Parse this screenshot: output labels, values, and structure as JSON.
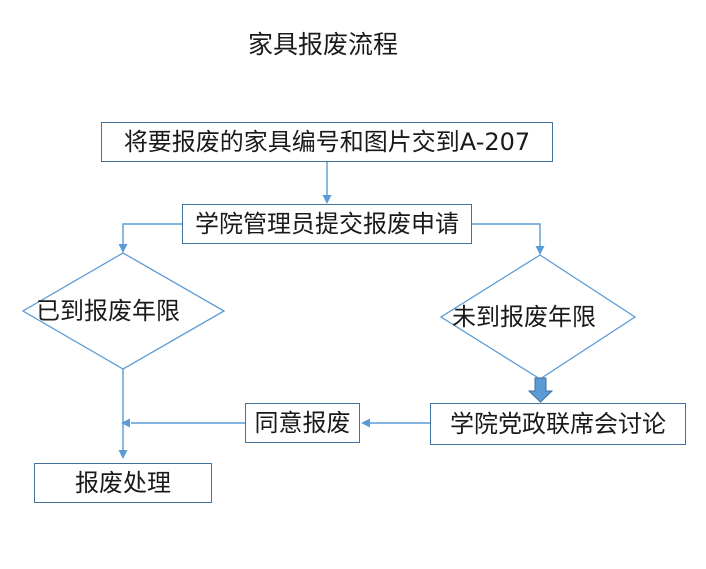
{
  "title": "家具报废流程",
  "colors": {
    "box_border": "#41719C",
    "connector": "#5B9BD5",
    "thick_arrow_fill": "#5B9BD5",
    "text": "#1a1a1a",
    "background": "#ffffff"
  },
  "nodes": {
    "submit_info": {
      "label": "将要报废的家具编号和图片交到A-207",
      "type": "process"
    },
    "admin_apply": {
      "label": "学院管理员提交报废申请",
      "type": "process"
    },
    "reached_limit": {
      "label": "已到报废年限",
      "type": "decision"
    },
    "not_reached_limit": {
      "label": "未到报废年限",
      "type": "decision"
    },
    "joint_meeting": {
      "label": "学院党政联席会讨论",
      "type": "process"
    },
    "agree_scrap": {
      "label": "同意报废",
      "type": "process"
    },
    "scrap_handling": {
      "label": "报废处理",
      "type": "process"
    }
  },
  "edges": [
    {
      "from": "submit_info",
      "to": "admin_apply",
      "style": "arrow"
    },
    {
      "from": "admin_apply",
      "to": "reached_limit",
      "style": "arrow"
    },
    {
      "from": "admin_apply",
      "to": "not_reached_limit",
      "style": "arrow"
    },
    {
      "from": "not_reached_limit",
      "to": "joint_meeting",
      "style": "thick-arrow"
    },
    {
      "from": "joint_meeting",
      "to": "agree_scrap",
      "style": "arrow"
    },
    {
      "from": "agree_scrap",
      "to": "scrap_handling",
      "style": "arrow"
    },
    {
      "from": "reached_limit",
      "to": "scrap_handling",
      "style": "arrow"
    }
  ]
}
